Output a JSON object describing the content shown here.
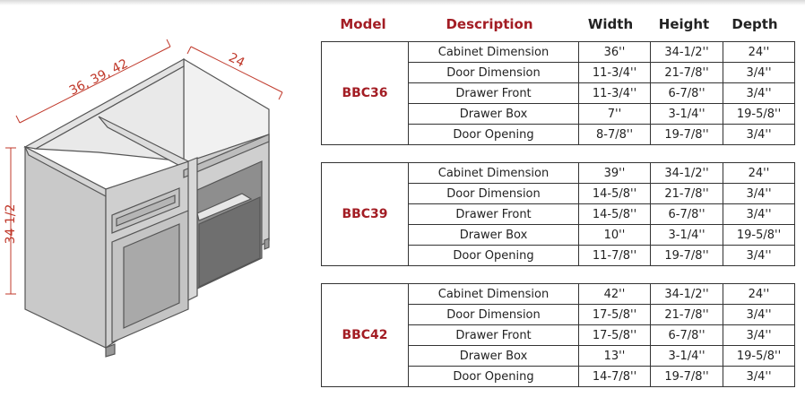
{
  "colors": {
    "accent": "#a31d24",
    "dimension": "#c0392b"
  },
  "drawing": {
    "width_label": "36, 39, 42",
    "depth_label": "24",
    "height_label": "34 1/2"
  },
  "headers": {
    "model": "Model",
    "description": "Description",
    "width": "Width",
    "height": "Height",
    "depth": "Depth"
  },
  "tables": [
    {
      "model": "BBC36",
      "rows": [
        {
          "description": "Cabinet Dimension",
          "width": "36''",
          "height": "34-1/2''",
          "depth": "24''"
        },
        {
          "description": "Door Dimension",
          "width": "11-3/4''",
          "height": "21-7/8''",
          "depth": "3/4''"
        },
        {
          "description": "Drawer Front",
          "width": "11-3/4''",
          "height": "6-7/8''",
          "depth": "3/4''"
        },
        {
          "description": "Drawer Box",
          "width": "7''",
          "height": "3-1/4''",
          "depth": "19-5/8''"
        },
        {
          "description": "Door Opening",
          "width": "8-7/8''",
          "height": "19-7/8''",
          "depth": "3/4''"
        }
      ]
    },
    {
      "model": "BBC39",
      "rows": [
        {
          "description": "Cabinet Dimension",
          "width": "39''",
          "height": "34-1/2''",
          "depth": "24''"
        },
        {
          "description": "Door Dimension",
          "width": "14-5/8''",
          "height": "21-7/8''",
          "depth": "3/4''"
        },
        {
          "description": "Drawer Front",
          "width": "14-5/8''",
          "height": "6-7/8''",
          "depth": "3/4''"
        },
        {
          "description": "Drawer Box",
          "width": "10''",
          "height": "3-1/4''",
          "depth": "19-5/8''"
        },
        {
          "description": "Door Opening",
          "width": "11-7/8''",
          "height": "19-7/8''",
          "depth": "3/4''"
        }
      ]
    },
    {
      "model": "BBC42",
      "rows": [
        {
          "description": "Cabinet Dimension",
          "width": "42''",
          "height": "34-1/2''",
          "depth": "24''"
        },
        {
          "description": "Door Dimension",
          "width": "17-5/8''",
          "height": "21-7/8''",
          "depth": "3/4''"
        },
        {
          "description": "Drawer Front",
          "width": "17-5/8''",
          "height": "6-7/8''",
          "depth": "3/4''"
        },
        {
          "description": "Drawer Box",
          "width": "13''",
          "height": "3-1/4''",
          "depth": "19-5/8''"
        },
        {
          "description": "Door Opening",
          "width": "14-7/8''",
          "height": "19-7/8''",
          "depth": "3/4''"
        }
      ]
    }
  ]
}
